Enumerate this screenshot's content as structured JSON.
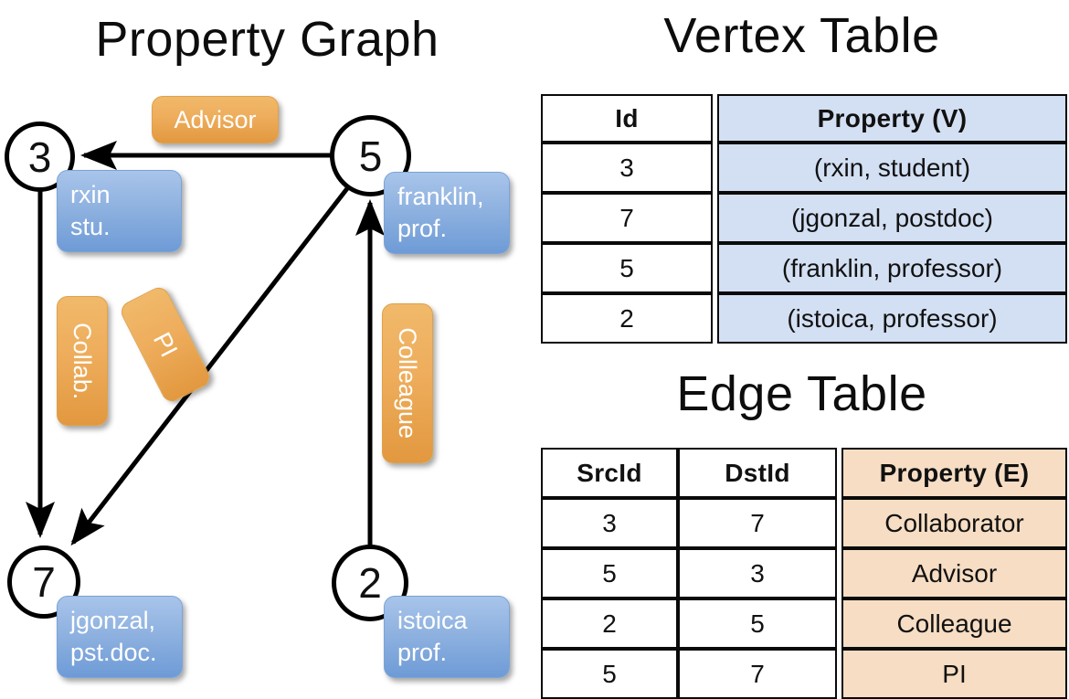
{
  "titles": {
    "property_graph": "Property Graph",
    "vertex_table": "Vertex Table",
    "edge_table": "Edge Table"
  },
  "graph": {
    "nodes": [
      {
        "id": "3",
        "label": "3",
        "property_lines": [
          "rxin",
          "stu."
        ]
      },
      {
        "id": "5",
        "label": "5",
        "property_lines": [
          "franklin,",
          "prof."
        ]
      },
      {
        "id": "7",
        "label": "7",
        "property_lines": [
          "jgonzal,",
          "pst.doc."
        ]
      },
      {
        "id": "2",
        "label": "2",
        "property_lines": [
          "istoica",
          "prof."
        ]
      }
    ],
    "edge_labels": [
      {
        "name": "advisor",
        "text": "Advisor",
        "orientation": "horizontal"
      },
      {
        "name": "collab",
        "text": "Collab.",
        "orientation": "vertical"
      },
      {
        "name": "pi",
        "text": "PI",
        "orientation": "vertical-tilted"
      },
      {
        "name": "colleague",
        "text": "Colleague",
        "orientation": "vertical"
      }
    ],
    "edges": [
      {
        "from": "5",
        "to": "3",
        "label": "Advisor"
      },
      {
        "from": "3",
        "to": "7",
        "label": "Collab."
      },
      {
        "from": "5",
        "to": "7",
        "label": "PI"
      },
      {
        "from": "2",
        "to": "5",
        "label": "Colleague"
      }
    ]
  },
  "vertex_table": {
    "headers": [
      "Id",
      "Property (V)"
    ],
    "rows": [
      {
        "id": "3",
        "property": "(rxin, student)"
      },
      {
        "id": "7",
        "property": "(jgonzal, postdoc)"
      },
      {
        "id": "5",
        "property": "(franklin, professor)"
      },
      {
        "id": "2",
        "property": "(istoica, professor)"
      }
    ]
  },
  "edge_table": {
    "headers": [
      "SrcId",
      "DstId",
      "Property (E)"
    ],
    "rows": [
      {
        "src": "3",
        "dst": "7",
        "property": "Collaborator"
      },
      {
        "src": "5",
        "dst": "3",
        "property": "Advisor"
      },
      {
        "src": "2",
        "dst": "5",
        "property": "Colleague"
      },
      {
        "src": "5",
        "dst": "7",
        "property": "PI"
      }
    ]
  },
  "colors": {
    "vertex_property_fill": "#d3dff2",
    "edge_property_fill": "#f6ddc3",
    "node_box_blue": "#8fb2e0",
    "edge_box_orange": "#eead5c",
    "stroke": "#000000"
  }
}
